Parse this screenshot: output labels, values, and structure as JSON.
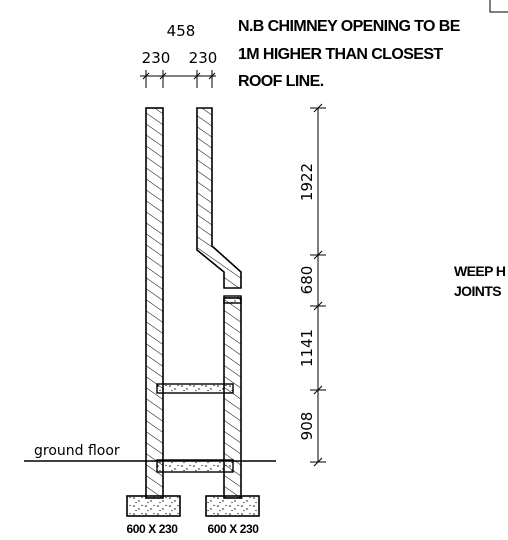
{
  "dimensions": {
    "overall_width": "458",
    "wall_left": "230",
    "wall_right": "230",
    "heights": [
      "1922",
      "680",
      "1141",
      "908"
    ]
  },
  "note": {
    "lines": [
      "N.B CHIMNEY OPENING TO BE",
      "1M HIGHER THAN CLOSEST",
      "ROOF LINE."
    ]
  },
  "callout_partial": {
    "lines": [
      "WEEP H",
      "JOINTS"
    ]
  },
  "ground_label": "ground floor",
  "footings": [
    "600 X 230",
    "600 X 230"
  ]
}
